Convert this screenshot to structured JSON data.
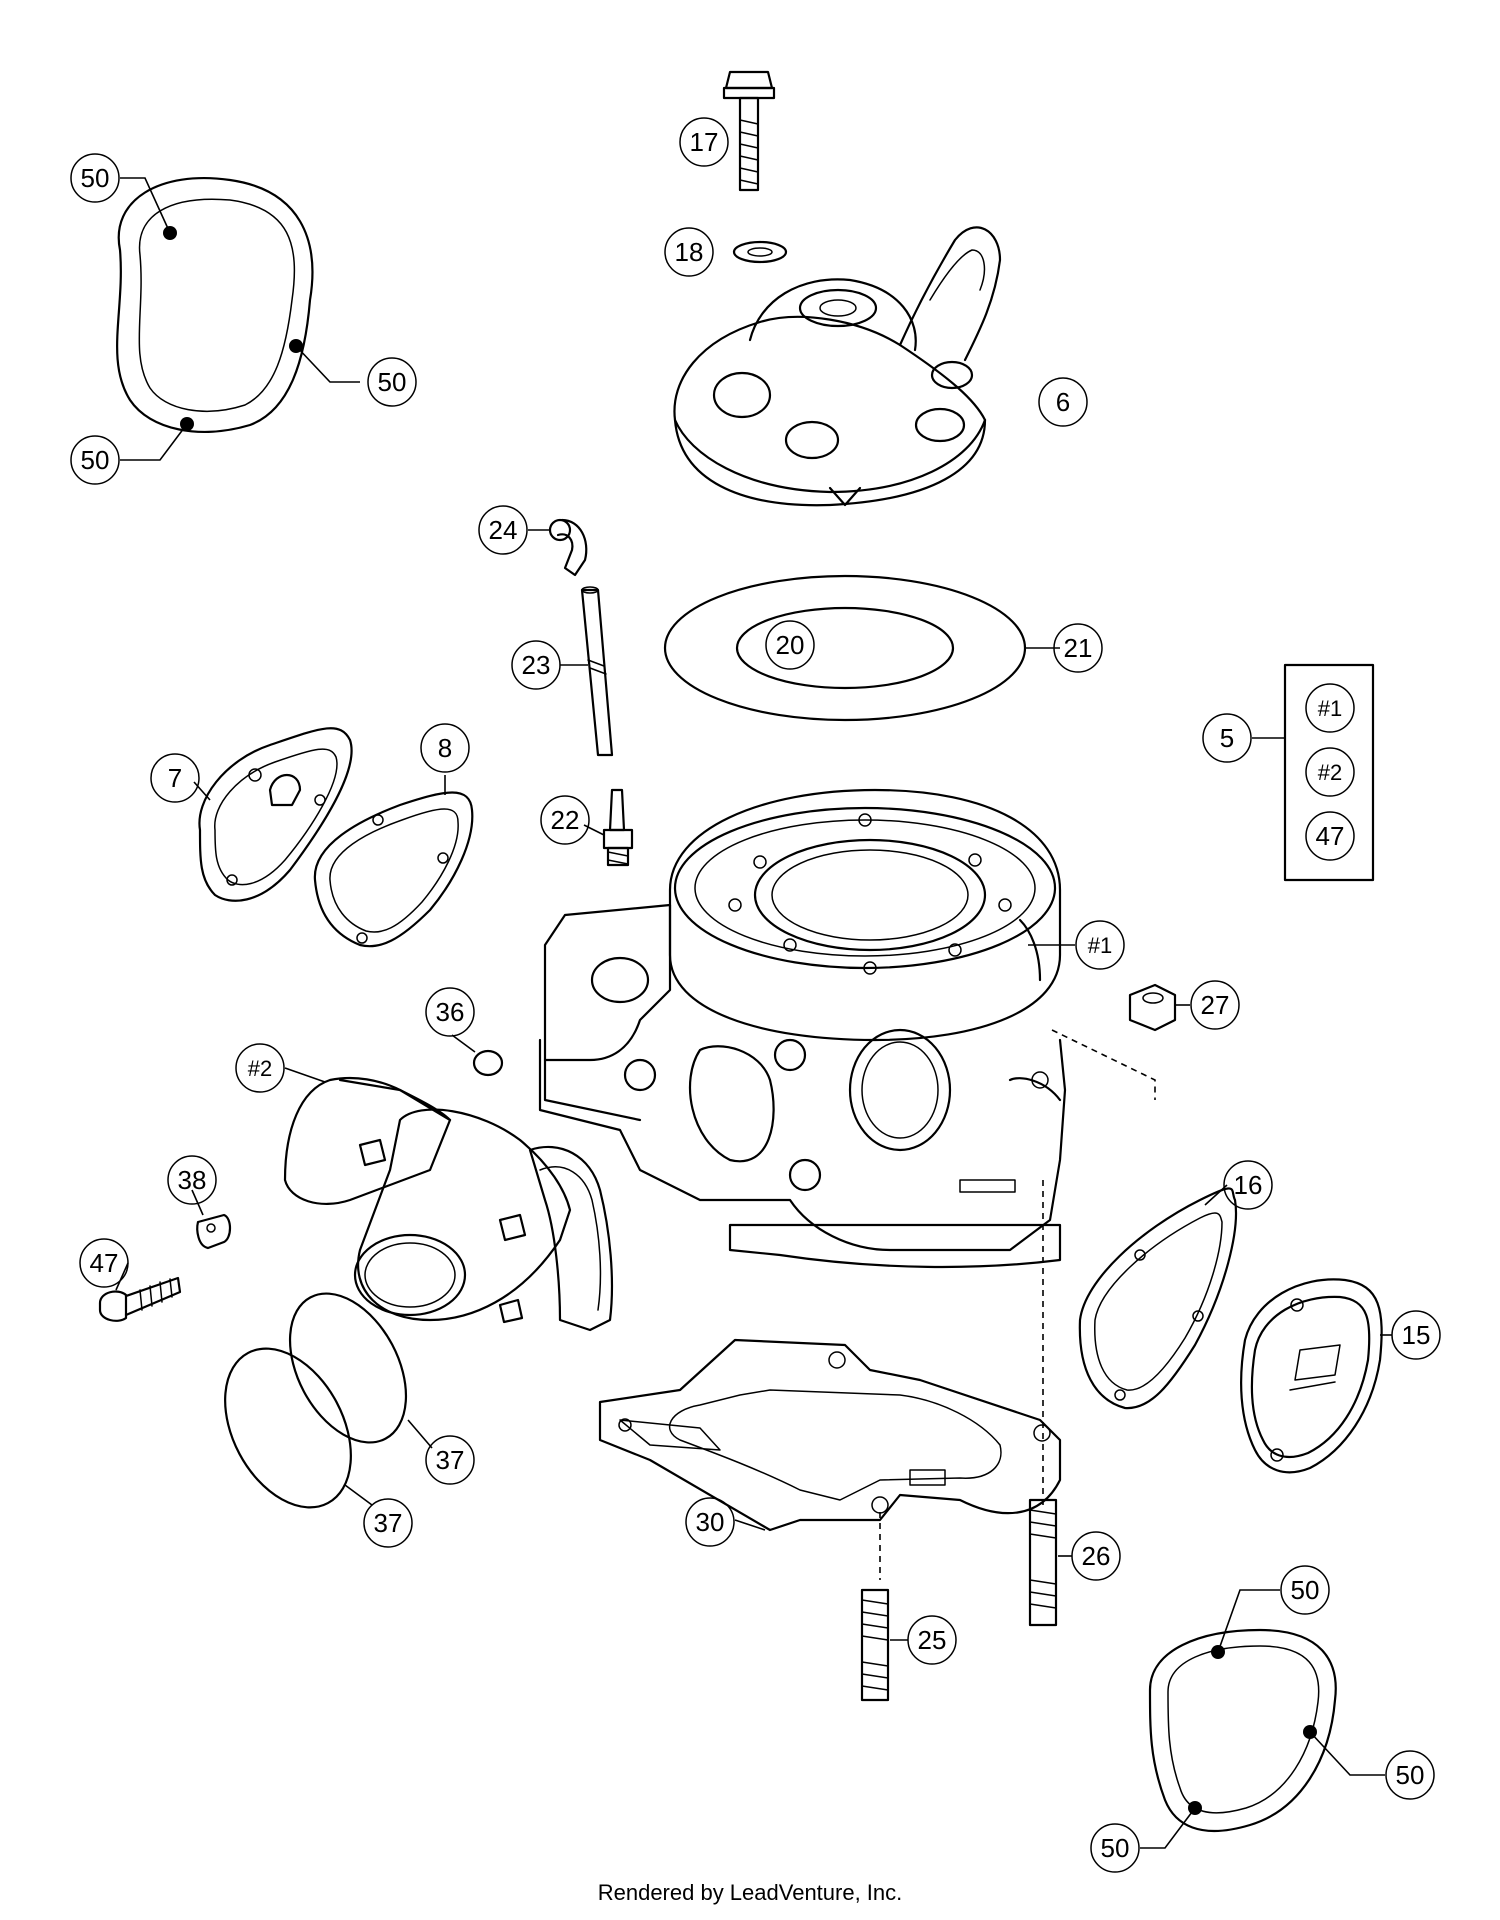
{
  "callouts": {
    "c50_a": "50",
    "c50_b": "50",
    "c50_c": "50",
    "c50_d": "50",
    "c50_e": "50",
    "c50_f": "50",
    "c17": "17",
    "c18": "18",
    "c6": "6",
    "c24": "24",
    "c23": "23",
    "c20": "20",
    "c21": "21",
    "c7": "7",
    "c8": "8",
    "c22": "22",
    "c5": "5",
    "k1": "#1",
    "k2": "#2",
    "k47": "47",
    "c1": "#1",
    "c27": "27",
    "c36": "36",
    "c2": "#2",
    "c38": "38",
    "c47": "47",
    "c16": "16",
    "c15": "15",
    "c37_a": "37",
    "c37_b": "37",
    "c30": "30",
    "c26": "26",
    "c25": "25"
  },
  "footer": "Rendered by LeadVenture, Inc."
}
